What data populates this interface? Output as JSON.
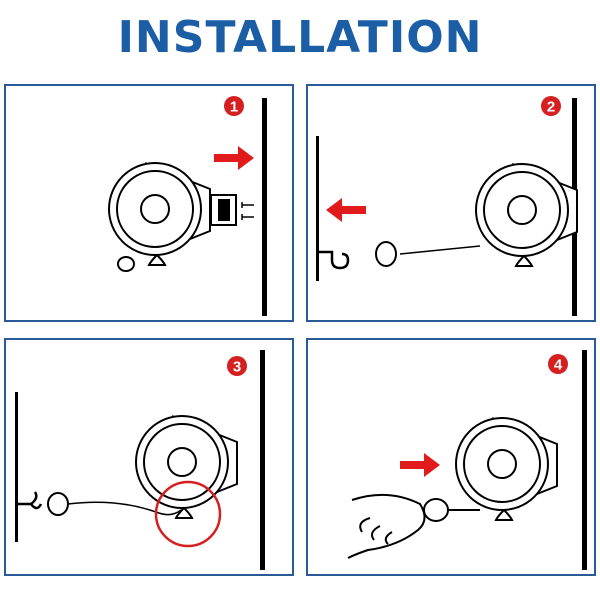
{
  "title": "INSTALLATION",
  "steps": [
    {
      "number": "1",
      "description": "screw-mount-reel-to-wall"
    },
    {
      "number": "2",
      "description": "mount-hook-on-opposite-wall"
    },
    {
      "number": "3",
      "description": "pull-line-to-hook"
    },
    {
      "number": "4",
      "description": "retract-line-to-reel"
    }
  ],
  "colors": {
    "title": "#1b5ea6",
    "arrow": "#e11b1b",
    "border": "#2b5a9a",
    "highlight_circle": "#d42020"
  }
}
